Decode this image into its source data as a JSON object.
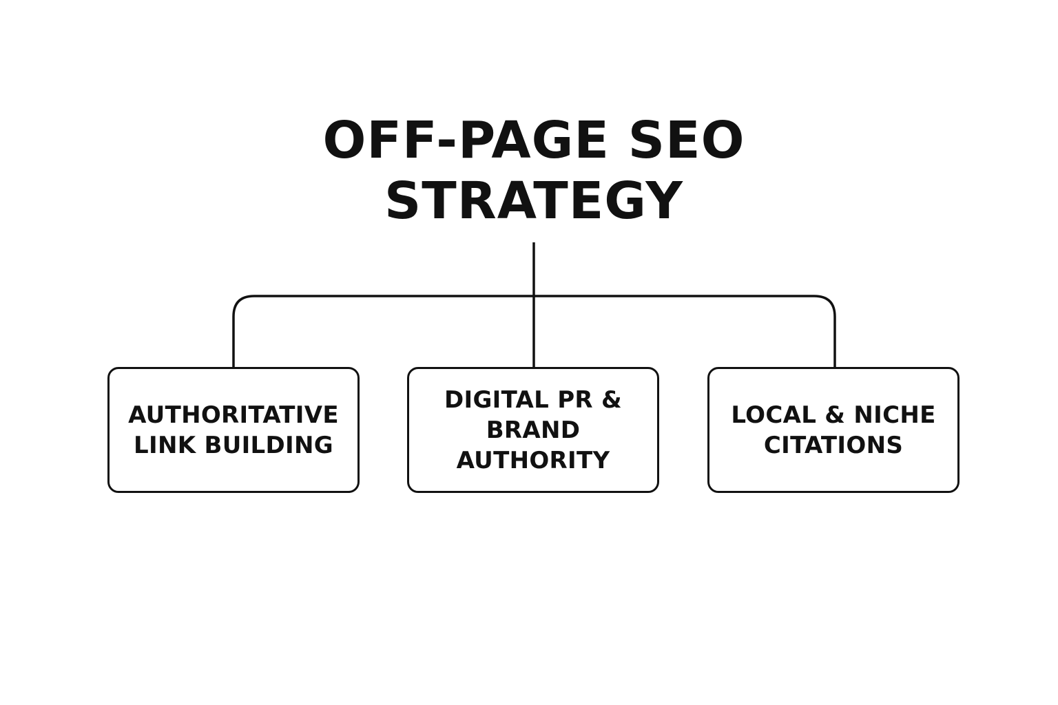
{
  "title": {
    "line1": "OFF-PAGE SEO",
    "line2": "STRATEGY"
  },
  "nodes": [
    {
      "line1": "AUTHORITATIVE",
      "line2": "LINK BUILDING"
    },
    {
      "line1": "DIGITAL PR &",
      "line2": "BRAND AUTHORITY"
    },
    {
      "line1": "LOCAL & NICHE",
      "line2": "CITATIONS"
    }
  ],
  "colors": {
    "stroke": "#111111",
    "text": "#111111",
    "background": "#ffffff"
  }
}
